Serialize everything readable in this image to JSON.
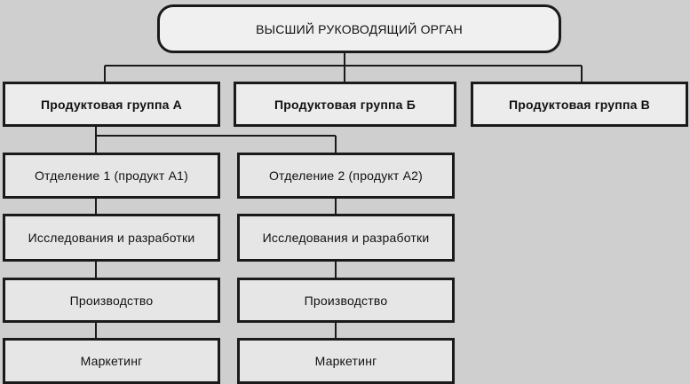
{
  "top": {
    "label": "ВЫСШИЙ РУКОВОДЯЩИЙ ОРГАН"
  },
  "groups": [
    {
      "label": "Продуктовая группа А"
    },
    {
      "label": "Продуктовая группа Б"
    },
    {
      "label": "Продуктовая группа В"
    }
  ],
  "columns": [
    {
      "division": "Отделение 1 (продукт А1)",
      "research": "Исследования и разработки",
      "production": "Производство",
      "marketing": "Маркетинг"
    },
    {
      "division": "Отделение 2 (продукт А2)",
      "research": "Исследования и разработки",
      "production": "Производство",
      "marketing": "Маркетинг"
    }
  ]
}
